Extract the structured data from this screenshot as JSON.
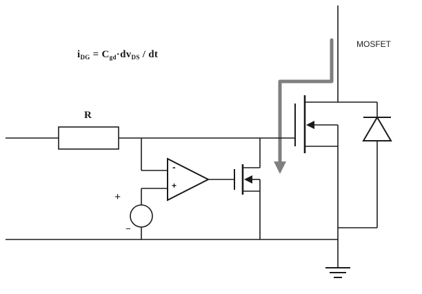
{
  "equation": {
    "part1": "i",
    "sub1": "DG",
    "part2": " = C",
    "sub2": "gd",
    "part3": "·dv",
    "sub3": "DS",
    "part4": " / dt"
  },
  "labels": {
    "mosfet": "MOSFET",
    "resistor": "R",
    "source_plus": "+",
    "source_minus": "−",
    "opamp_inverting": "-",
    "opamp_noninverting": "+"
  },
  "colors": {
    "wire": "#1a1a1a",
    "current_path": "#7f7f7f",
    "background": "#ffffff"
  }
}
